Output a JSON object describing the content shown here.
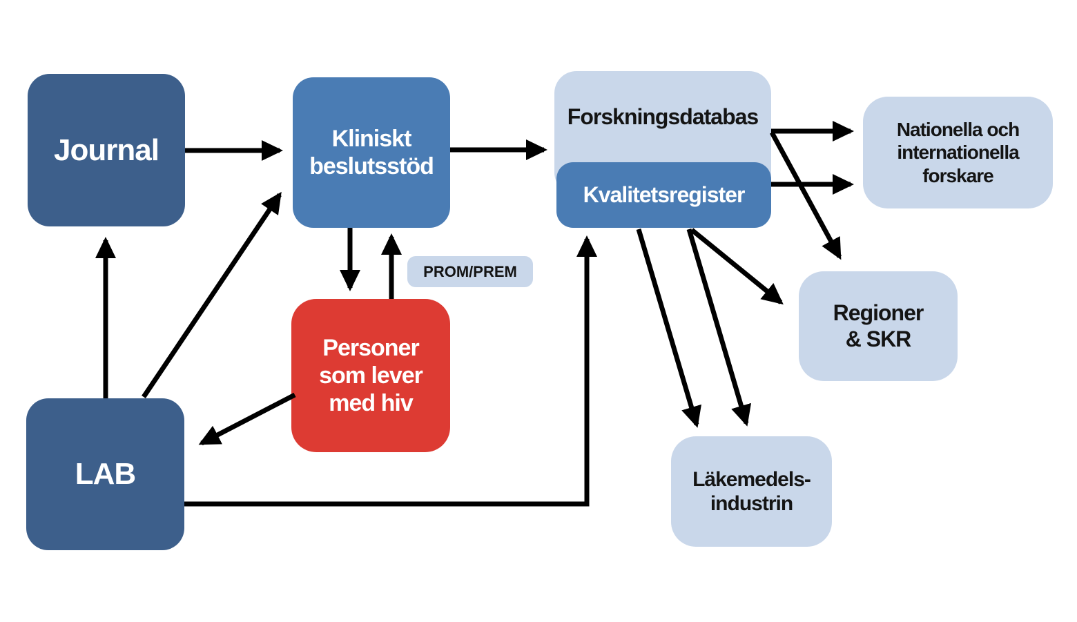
{
  "colors": {
    "dark_blue": "#3D5F8B",
    "medium_blue": "#4A7CB4",
    "light_blue": "#C9D7EA",
    "red": "#DD3B33",
    "arrow": "#000000",
    "background": "#FFFFFF"
  },
  "nodes": {
    "journal": {
      "label": "Journal"
    },
    "kliniskt": {
      "label": "Kliniskt\nbeslutsstöd"
    },
    "forskningsdatabas": {
      "label": "Forskningsdatabas"
    },
    "kvalitetsregister": {
      "label": "Kvalitetsregister"
    },
    "nationella": {
      "label": "Nationella och\ninternationella\nforskare"
    },
    "promprem": {
      "label": "PROM/PREM"
    },
    "personer": {
      "label": "Personer\nsom lever\nmed hiv"
    },
    "regioner": {
      "label": "Regioner\n& SKR"
    },
    "lab": {
      "label": "LAB"
    },
    "lakemedelsindustrin": {
      "label": "Läkemedels-\nindustrin"
    }
  },
  "edges": [
    {
      "from": "journal",
      "to": "kliniskt"
    },
    {
      "from": "kliniskt",
      "to": "forskningsdatabas"
    },
    {
      "from": "forskningsdatabas",
      "to": "nationella"
    },
    {
      "from": "kvalitetsregister",
      "to": "nationella"
    },
    {
      "from": "forskningsdatabas",
      "to": "regioner"
    },
    {
      "from": "kliniskt",
      "to": "personer"
    },
    {
      "from": "personer",
      "to": "kliniskt"
    },
    {
      "from": "lab",
      "to": "journal"
    },
    {
      "from": "lab",
      "to": "kliniskt"
    },
    {
      "from": "personer",
      "to": "lab"
    },
    {
      "from": "lab",
      "to": "kvalitetsregister"
    },
    {
      "from": "kvalitetsregister",
      "to": "lakemedelsindustrin"
    },
    {
      "from": "kvalitetsregister",
      "to": "lakemedelsindustrin"
    },
    {
      "from": "kvalitetsregister",
      "to": "regioner"
    }
  ]
}
